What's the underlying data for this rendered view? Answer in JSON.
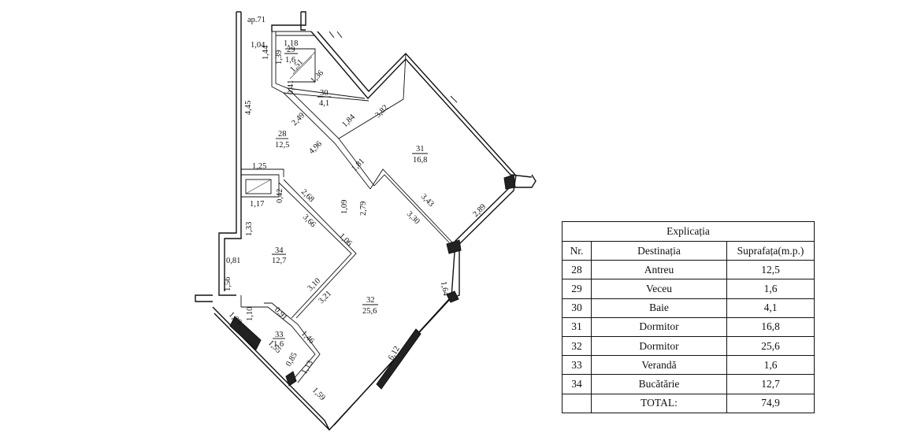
{
  "plan": {
    "apartment_label": "ap.71",
    "rooms": [
      {
        "nr": "28",
        "area": "12,5"
      },
      {
        "nr": "29",
        "area": "1,6"
      },
      {
        "nr": "30",
        "area": "4,1"
      },
      {
        "nr": "31",
        "area": "16,8"
      },
      {
        "nr": "32",
        "area": "25,6"
      },
      {
        "nr": "33",
        "area": "1,6"
      },
      {
        "nr": "34",
        "area": "12,7"
      }
    ],
    "dimensions": [
      "1,04",
      "1,18",
      "1,44",
      "1,39",
      "1,51",
      "1,36",
      "0,41",
      "4,45",
      "2,49",
      "1,84",
      "3,82",
      "4,96",
      "1,81",
      "1,25",
      "0,42",
      "2,68",
      "1,17",
      "3,66",
      "1,09",
      "2,79",
      "3,43",
      "3,30",
      "2,89",
      "1,33",
      "1,06",
      "0,81",
      "1,64",
      "1,56",
      "3,10",
      "3,21",
      "1,29",
      "1,10",
      "0,91",
      "1,46",
      "1,55",
      "0,85",
      "1,13",
      "6,12",
      "1,59"
    ]
  },
  "legend": {
    "title": "Explicația",
    "headers": [
      "Nr.",
      "Destinația",
      "Suprafața(m.p.)"
    ],
    "rows": [
      {
        "nr": "28",
        "dest": "Antreu",
        "area": "12,5"
      },
      {
        "nr": "29",
        "dest": "Veceu",
        "area": "1,6"
      },
      {
        "nr": "30",
        "dest": "Baie",
        "area": "4,1"
      },
      {
        "nr": "31",
        "dest": "Dormitor",
        "area": "16,8"
      },
      {
        "nr": "32",
        "dest": "Dormitor",
        "area": "25,6"
      },
      {
        "nr": "33",
        "dest": "Verandă",
        "area": "1,6"
      },
      {
        "nr": "34",
        "dest": "Bucătărie",
        "area": "12,7"
      }
    ],
    "total_label": "TOTAL:",
    "total_value": "74,9"
  }
}
